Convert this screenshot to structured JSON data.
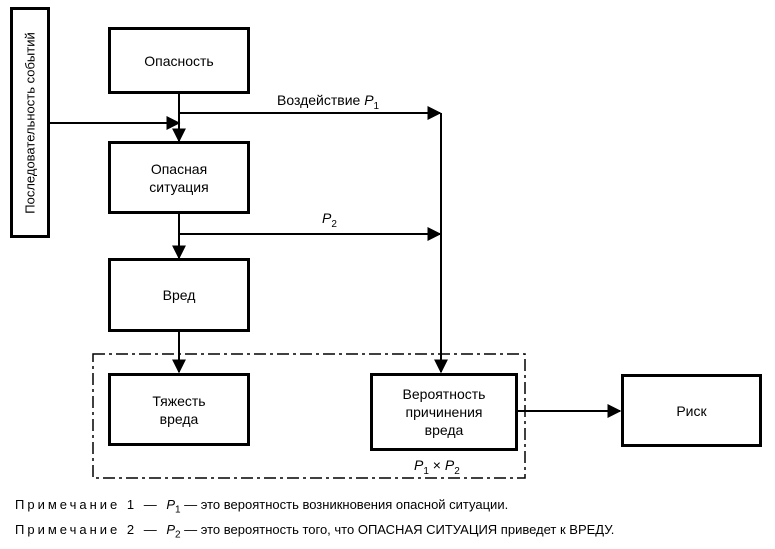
{
  "side_label": "Последовательность событий",
  "boxes": {
    "hazard": "Опасность",
    "hazardous_situation": "Опасная ситуация",
    "harm": "Вред",
    "severity": "Тяжесть вреда",
    "probability": "Вероятность причинения вреда",
    "risk": "Риск"
  },
  "labels": {
    "exposure": "Воздействие",
    "p_symbol": "P",
    "p1_sub": "1",
    "p2_sub": "2",
    "times": "×"
  },
  "notes": [
    {
      "prefix": "Примечание 1 — ",
      "sub": "1",
      "text": " — это вероятность возникновения опасной ситуации."
    },
    {
      "prefix": "Примечание 2 — ",
      "sub": "2",
      "text": " — это вероятность того, что ОПАСНАЯ СИТУАЦИЯ приведет к ВРЕДУ."
    }
  ]
}
